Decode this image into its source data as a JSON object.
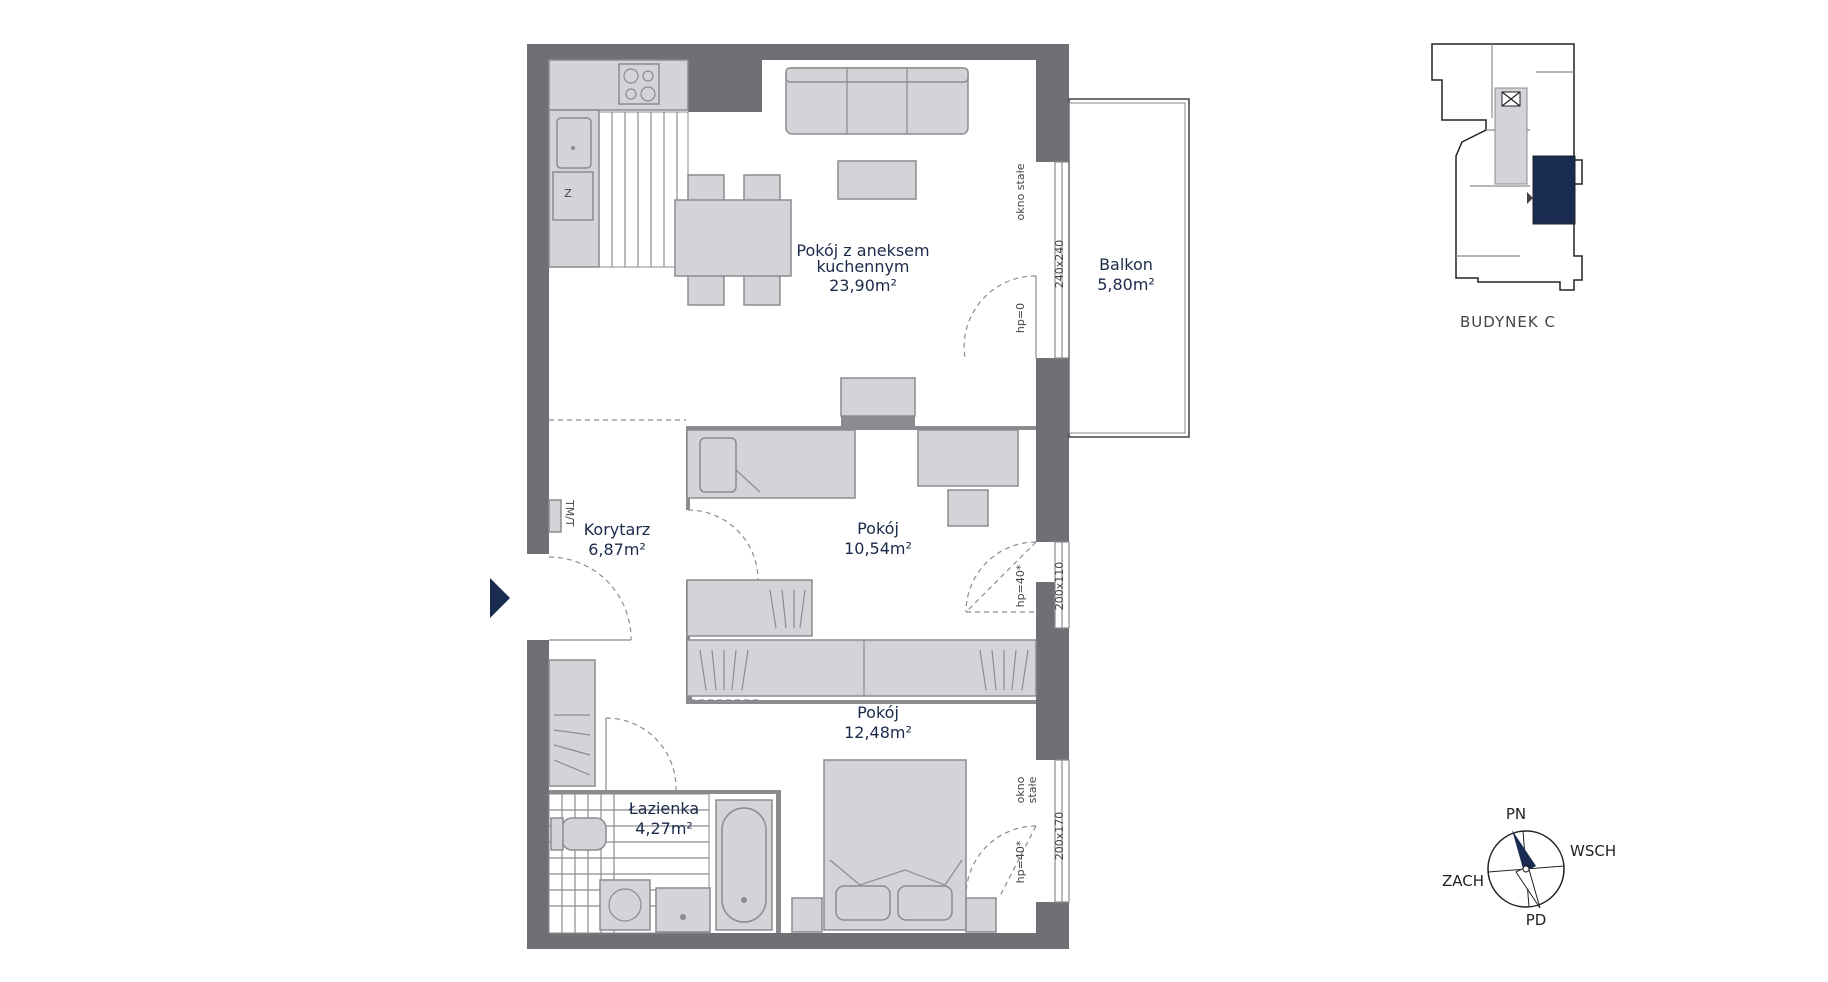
{
  "rooms": {
    "living": {
      "name_line1": "Pokój z aneksem",
      "name_line2": "kuchennym",
      "area": "23,90m²"
    },
    "balcony": {
      "name": "Balkon",
      "area": "5,80m²"
    },
    "corridor": {
      "name": "Korytarz",
      "area": "6,87m²"
    },
    "room1": {
      "name": "Pokój",
      "area": "10,54m²"
    },
    "room2": {
      "name": "Pokój",
      "area": "12,48m²"
    },
    "bathroom": {
      "name": "Łazienka",
      "area": "4,27m²"
    }
  },
  "windows": {
    "balcony_door": {
      "size": "240x240",
      "note": "okno stałe",
      "sill": "hp=0"
    },
    "room1_window": {
      "size": "200x110",
      "sill": "hp=40*"
    },
    "room2_window": {
      "size": "200x170",
      "note_line1": "okno",
      "note_line2": "stałe",
      "sill": "hp=40*"
    }
  },
  "fixtures": {
    "fridge": "Z",
    "panel": "TM/T"
  },
  "building": {
    "label": "BUDYNEK C",
    "highlight_color": "#1a2b52"
  },
  "compass": {
    "north": "PN",
    "east": "WSCH",
    "south": "PD",
    "west": "ZACH"
  },
  "entrance_marker_color": "#1a2b52"
}
